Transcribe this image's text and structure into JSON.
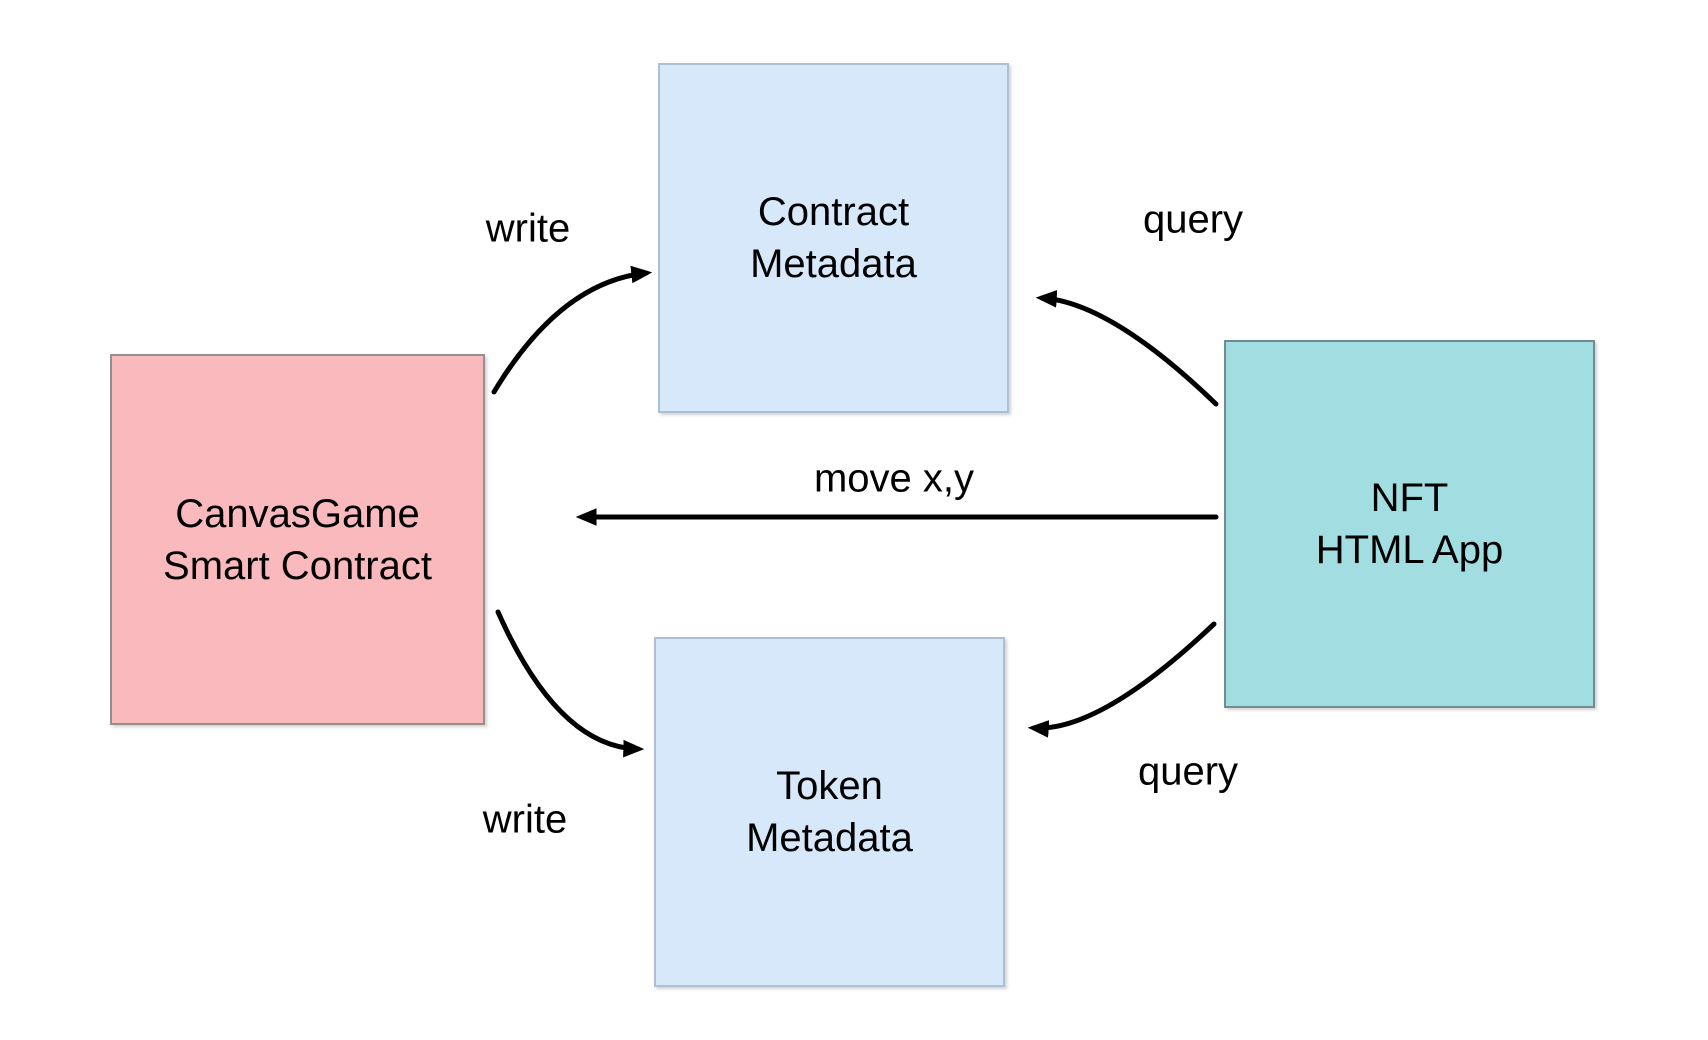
{
  "diagram": {
    "background_color": "#ffffff",
    "stroke_color": "#000000",
    "nodes": {
      "canvas_game": {
        "label": "CanvasGame\nSmart Contract",
        "fill": "#fab9bc",
        "border": "#919191"
      },
      "contract_metadata": {
        "label": "Contract\nMetadata",
        "fill": "#d6e8fa",
        "border": "#aebfd2"
      },
      "token_metadata": {
        "label": "Token\nMetadata",
        "fill": "#d6e8fa",
        "border": "#aebfd2"
      },
      "nft_html_app": {
        "label": "NFT\nHTML App",
        "fill": "#a2dde2",
        "border": "#6e8c91"
      }
    },
    "edges": {
      "write_top": {
        "label": "write",
        "from": "canvas_game",
        "to": "contract_metadata"
      },
      "query_top": {
        "label": "query",
        "from": "nft_html_app",
        "to": "contract_metadata"
      },
      "move_xy": {
        "label": "move x,y",
        "from": "nft_html_app",
        "to": "canvas_game"
      },
      "write_bottom": {
        "label": "write",
        "from": "canvas_game",
        "to": "token_metadata"
      },
      "query_bottom": {
        "label": "query",
        "from": "nft_html_app",
        "to": "token_metadata"
      }
    }
  }
}
